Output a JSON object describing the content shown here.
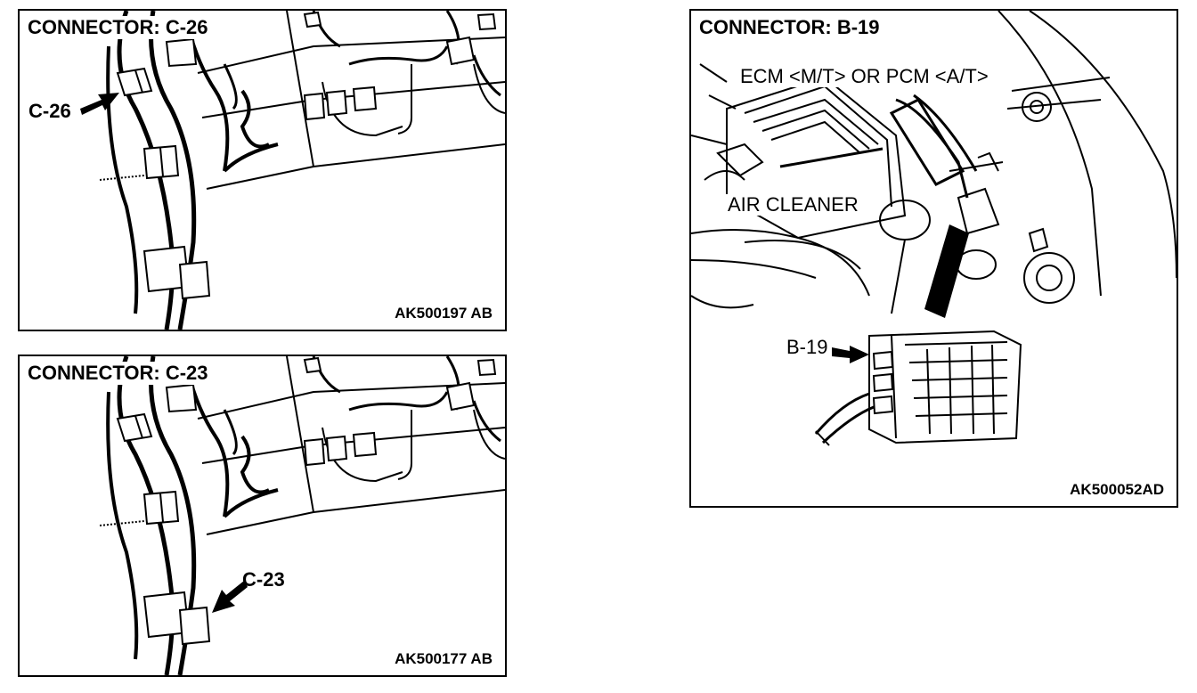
{
  "panels": {
    "c26": {
      "title": "CONNECTOR: C-26",
      "callout": "C-26",
      "figure_id": "AK500197 AB"
    },
    "c23": {
      "title": "CONNECTOR: C-23",
      "callout": "C-23",
      "figure_id": "AK500177 AB"
    },
    "b19": {
      "title": "CONNECTOR: B-19",
      "ecm_label": "ECM <M/T> OR PCM <A/T>",
      "air_cleaner_label": "AIR CLEANER",
      "callout": "B-19",
      "figure_id": "AK500052AD"
    }
  }
}
